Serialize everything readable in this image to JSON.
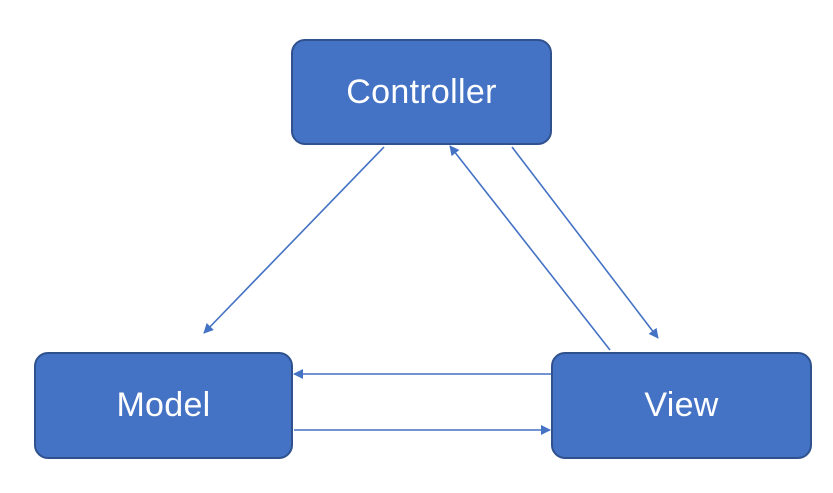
{
  "diagram": {
    "type": "mvc-triangle",
    "colors": {
      "node_fill": "#4472c4",
      "node_border": "#2f528f",
      "node_text": "#ffffff",
      "arrow": "#4472c4",
      "background": "#ffffff"
    },
    "nodes": {
      "controller": {
        "label": "Controller"
      },
      "model": {
        "label": "Model"
      },
      "view": {
        "label": "View"
      }
    },
    "edges": [
      {
        "from": "controller",
        "to": "model"
      },
      {
        "from": "controller",
        "to": "view"
      },
      {
        "from": "view",
        "to": "controller"
      },
      {
        "from": "view",
        "to": "model"
      },
      {
        "from": "model",
        "to": "view"
      }
    ]
  }
}
